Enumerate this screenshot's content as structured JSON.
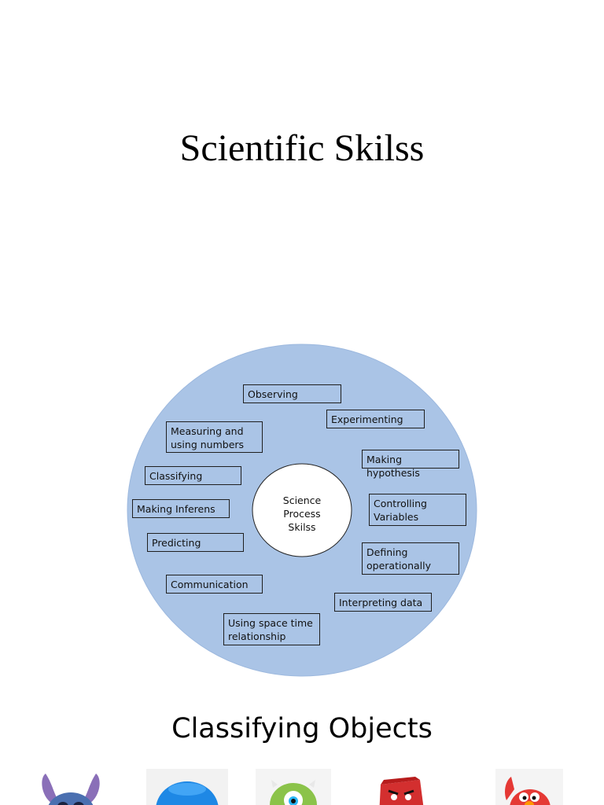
{
  "slide": {
    "title": "Scientific Skilss"
  },
  "diagram": {
    "circle_fill": "#aac4e6",
    "center_label": "Science\nProcess\nSkilss",
    "skills": [
      "Observing",
      "Experimenting",
      "Measuring and\nusing numbers",
      "Making hypothesis",
      "Classifying",
      "Controlling\nVariables",
      "Making Inferens",
      "Predicting",
      "Defining\noperationally",
      "Communication",
      "Interpreting data",
      "Using space time\nrelationship"
    ]
  },
  "classifying": {
    "heading": "Classifying Objects",
    "characters": [
      {
        "icon": "stitch-character-icon",
        "color": "#4a6fb0"
      },
      {
        "icon": "blue-blob-character-icon",
        "color": "#1e88e5"
      },
      {
        "icon": "green-one-eyed-monster-icon",
        "color": "#8bc34a"
      },
      {
        "icon": "red-angry-block-character-icon",
        "color": "#d32f2f"
      },
      {
        "icon": "red-furry-muppet-icon",
        "color": "#e53935"
      }
    ]
  }
}
